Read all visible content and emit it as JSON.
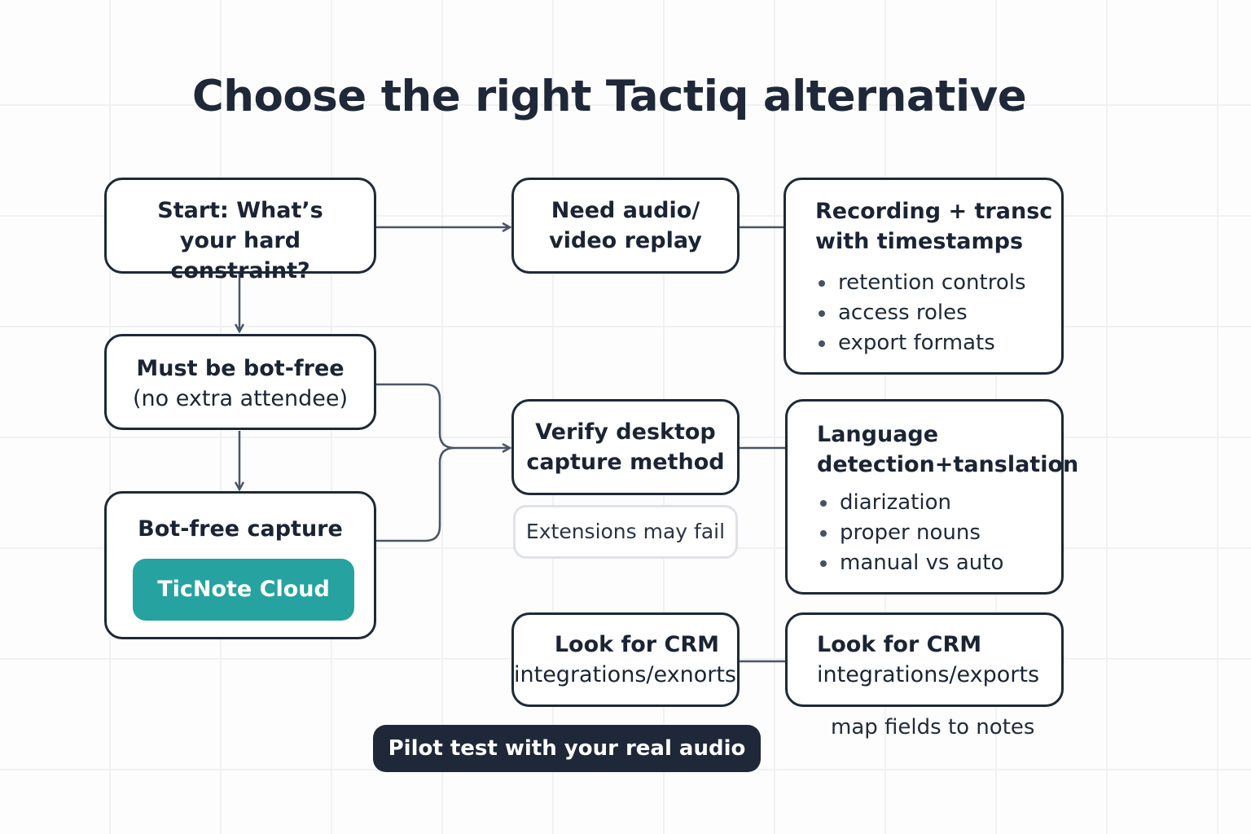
{
  "title": "Choose the right Tactiq alternative",
  "nodes": {
    "start": {
      "line1": "Start: What’s",
      "line2": "your hard constraint?"
    },
    "bot_free_req": {
      "line1": "Must be bot-free",
      "line2": "(no extra attendee)"
    },
    "bot_free_capture": {
      "label": "Bot-free capture",
      "product": "TicNote Cloud"
    },
    "audio_video": {
      "line1": "Need audio/",
      "line2": "video replay"
    },
    "verify_desktop": {
      "line1": "Verify desktop",
      "line2": "capture method"
    },
    "extensions_note": {
      "label": "Extensions may fail"
    },
    "crm_left": {
      "line1": "Look for CRM",
      "line2": "integrations/exnorts"
    },
    "recording": {
      "line1": "Recording + transc",
      "line2": "with timestamps",
      "bullets": [
        "retention controls",
        "access roles",
        "export formats"
      ]
    },
    "language": {
      "line1": "Language",
      "line2": "detection+tanslation",
      "bullets": [
        "diarization",
        "proper nouns",
        "manual vs auto"
      ]
    },
    "crm_right": {
      "line1": "Look for CRM",
      "line2": "integrations/exports",
      "note": "map fields to notes"
    },
    "pilot": {
      "label": "Pilot test with your real audio"
    }
  },
  "colors": {
    "border": "#1f2937",
    "accent": "#26a3a0",
    "pilot_bg": "#1e2838",
    "connector": "#4b5566"
  }
}
